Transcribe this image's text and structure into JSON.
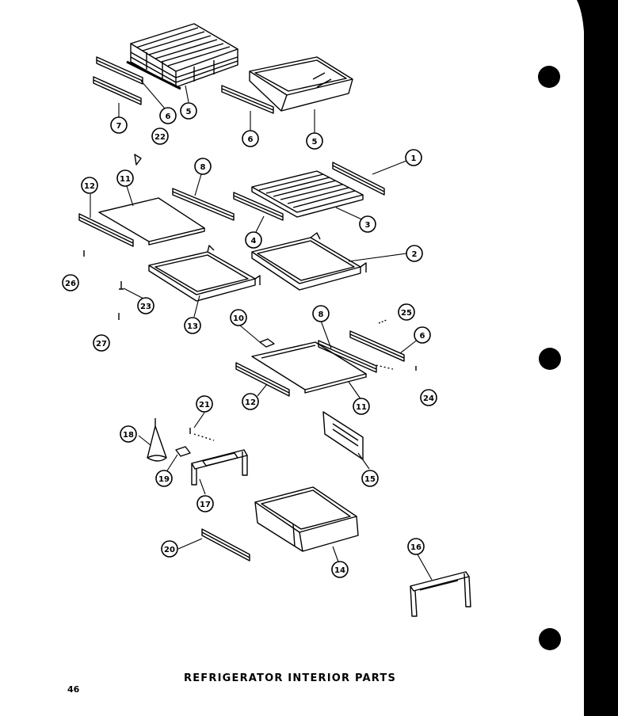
{
  "title": "REFRIGERATOR INTERIOR PARTS",
  "page_number": "46",
  "callouts": {
    "c1": "1",
    "c2": "2",
    "c3": "3",
    "c4": "4",
    "c5a": "5",
    "c5b": "5",
    "c6a": "6",
    "c6b": "6",
    "c6c": "6",
    "c7": "7",
    "c8a": "8",
    "c8b": "8",
    "c10": "10",
    "c11a": "11",
    "c11b": "11",
    "c12a": "12",
    "c12b": "12",
    "c13": "13",
    "c14": "14",
    "c15": "15",
    "c16": "16",
    "c17": "17",
    "c18": "18",
    "c19": "19",
    "c20": "20",
    "c21": "21",
    "c22": "22",
    "c23": "23",
    "c24": "24",
    "c25": "25",
    "c26": "26",
    "c27": "27"
  },
  "colors": {
    "ink": "#000000",
    "paper": "#ffffff"
  }
}
